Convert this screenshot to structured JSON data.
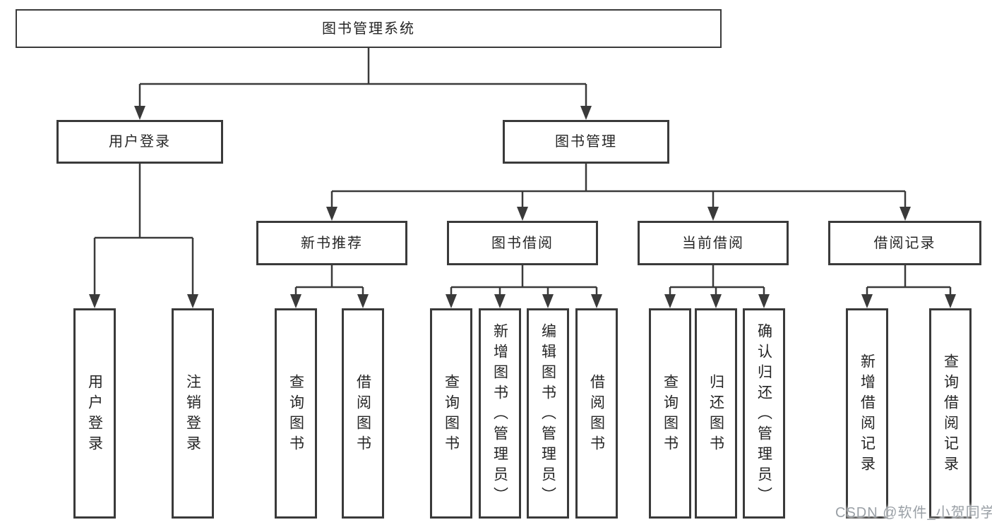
{
  "diagram_title": "图书管理系统",
  "watermark": "CSDN @软件_小贺同学",
  "colors": {
    "line": "#3a3a3a",
    "box_border": "#3a3a3a",
    "box_fill": "#ffffff",
    "text": "#262626",
    "watermark": "#9aa0a6",
    "background": "#ffffff"
  },
  "nodes": {
    "root": {
      "label": "图书管理系统"
    },
    "user_login": {
      "label": "用户登录"
    },
    "book_mgmt": {
      "label": "图书管理"
    },
    "new_book": {
      "label": "新书推荐"
    },
    "book_borrow": {
      "label": "图书借阅"
    },
    "current_borrow": {
      "label": "当前借阅"
    },
    "borrow_record": {
      "label": "借阅记录"
    },
    "leaf_user_login": {
      "label": "用户登录"
    },
    "leaf_logout": {
      "label": "注销登录"
    },
    "leaf_nb_query": {
      "label": "查询图书"
    },
    "leaf_nb_borrow": {
      "label": "借阅图书"
    },
    "leaf_bb_query": {
      "label": "查询图书"
    },
    "leaf_bb_add": {
      "label": "新增图书（管理员）"
    },
    "leaf_bb_edit": {
      "label": "编辑图书（管理员）"
    },
    "leaf_bb_borrow": {
      "label": "借阅图书"
    },
    "leaf_cb_query": {
      "label": "查询图书"
    },
    "leaf_cb_return": {
      "label": "归还图书"
    },
    "leaf_cb_confirm": {
      "label": "确认归还（管理员）"
    },
    "leaf_br_add": {
      "label": "新增借阅记录"
    },
    "leaf_br_query": {
      "label": "查询借阅记录"
    }
  },
  "edges": [
    {
      "from": "root",
      "to": "user_login"
    },
    {
      "from": "root",
      "to": "book_mgmt"
    },
    {
      "from": "user_login",
      "to": "leaf_user_login"
    },
    {
      "from": "user_login",
      "to": "leaf_logout"
    },
    {
      "from": "book_mgmt",
      "to": "new_book"
    },
    {
      "from": "book_mgmt",
      "to": "book_borrow"
    },
    {
      "from": "book_mgmt",
      "to": "current_borrow"
    },
    {
      "from": "book_mgmt",
      "to": "borrow_record"
    },
    {
      "from": "new_book",
      "to": "leaf_nb_query"
    },
    {
      "from": "new_book",
      "to": "leaf_nb_borrow"
    },
    {
      "from": "book_borrow",
      "to": "leaf_bb_query"
    },
    {
      "from": "book_borrow",
      "to": "leaf_bb_add"
    },
    {
      "from": "book_borrow",
      "to": "leaf_bb_edit"
    },
    {
      "from": "book_borrow",
      "to": "leaf_bb_borrow"
    },
    {
      "from": "current_borrow",
      "to": "leaf_cb_query"
    },
    {
      "from": "current_borrow",
      "to": "leaf_cb_return"
    },
    {
      "from": "current_borrow",
      "to": "leaf_cb_confirm"
    },
    {
      "from": "borrow_record",
      "to": "leaf_br_add"
    },
    {
      "from": "borrow_record",
      "to": "leaf_br_query"
    }
  ]
}
